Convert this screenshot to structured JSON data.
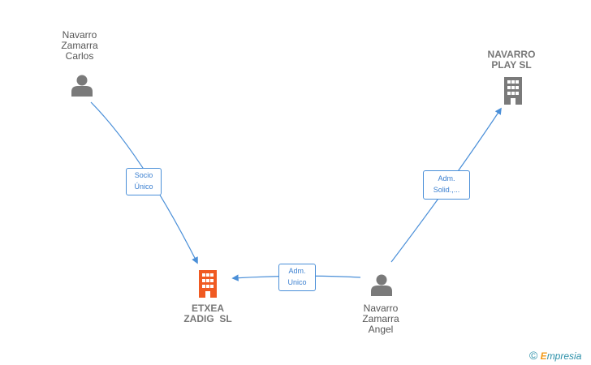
{
  "nodes": {
    "carlos": {
      "lines": [
        "Navarro",
        "Zamarra",
        "Carlos"
      ],
      "icon": "person-icon"
    },
    "play": {
      "lines": [
        "NAVARRO",
        "PLAY SL"
      ],
      "icon": "building-icon"
    },
    "etxea": {
      "lines": [
        "ETXEA",
        "ZADIG  SL"
      ],
      "icon": "building-icon"
    },
    "angel": {
      "lines": [
        "Navarro",
        "Zamarra",
        "Angel"
      ],
      "icon": "person-icon"
    }
  },
  "edges": {
    "socio": {
      "lines": [
        "Socio",
        "Único"
      ]
    },
    "adm_solid": {
      "lines": [
        "Adm.",
        "Solid.,..."
      ]
    },
    "adm_unico": {
      "lines": [
        "Adm.",
        "Unico"
      ]
    }
  },
  "colors": {
    "edge": "#4a8fd8",
    "person": "#7a7a7a",
    "company": "#7a7a7a",
    "focus_company": "#f05a22"
  },
  "brand": {
    "copyright": "©",
    "e": "E",
    "rest": "mpresia"
  }
}
